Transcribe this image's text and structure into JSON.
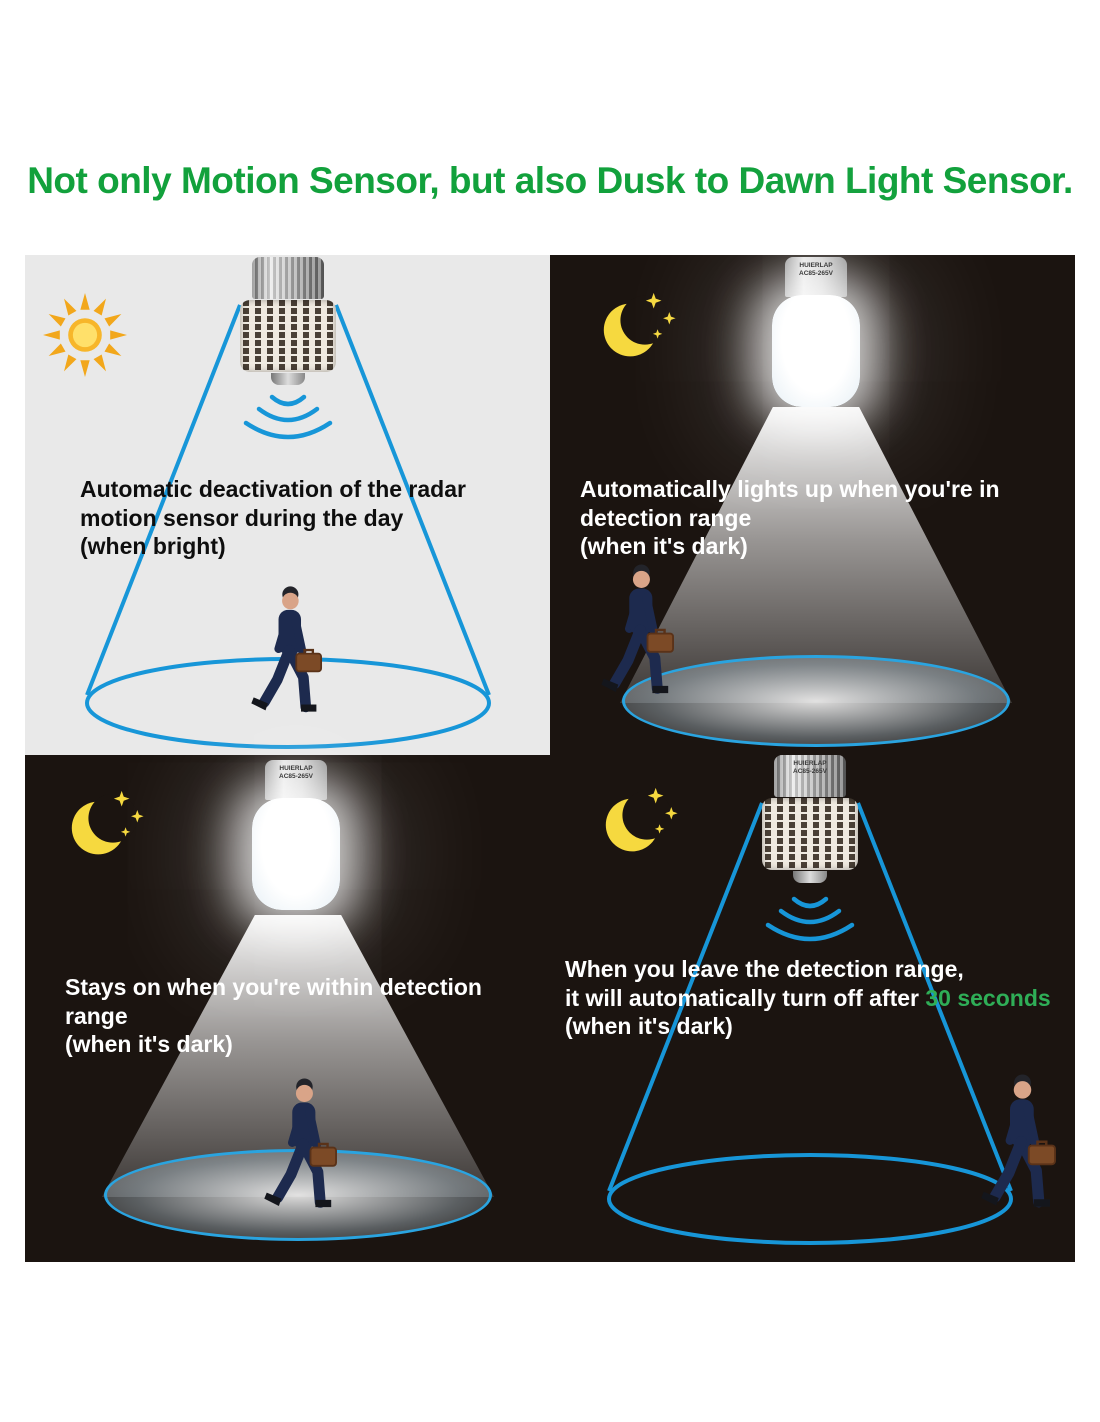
{
  "title": "Not only Motion Sensor, but also Dusk to Dawn Light Sensor.",
  "colors": {
    "title_green": "#12a13c",
    "highlight_green": "#2fae57",
    "cone_blue": "#1796d8",
    "floor_blue": "#2aa4e0",
    "moon_yellow": "#f6d93f",
    "sun_orange": "#f2a71b",
    "panel_dark": "#1b1410",
    "panel_light": "#e9e9e9"
  },
  "bulb_label": {
    "line1": "HUIERLAP",
    "line2": "AC85-265V"
  },
  "panels": {
    "day_off": {
      "lines": [
        "Automatic deactivation of the radar",
        "motion sensor during the day",
        "(when bright)"
      ]
    },
    "night_on": {
      "lines": [
        "Automatically lights up when you're in",
        "detection range",
        "(when it's dark)"
      ]
    },
    "night_stay": {
      "lines": [
        "Stays on when you're within detection",
        "range",
        "(when it's dark)"
      ]
    },
    "night_off": {
      "line1": "When you leave the detection range,",
      "line2_prefix": "it will automatically turn off after ",
      "line2_highlight": "30 seconds",
      "line3": "(when it's dark)"
    }
  }
}
